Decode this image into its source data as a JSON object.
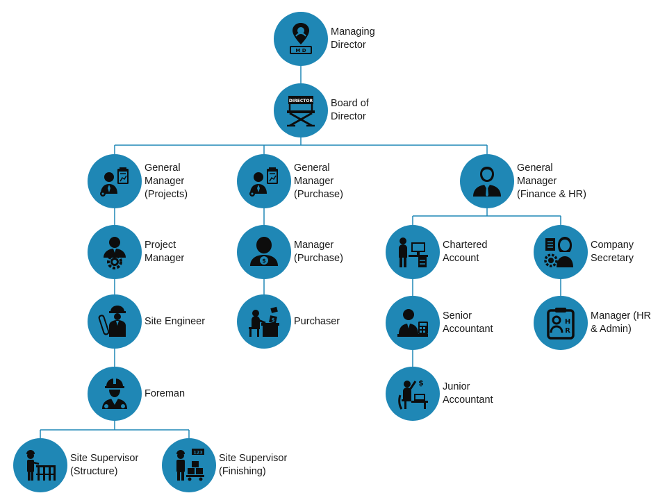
{
  "colors": {
    "node_fill": "#1f87b5",
    "icon_fill": "#0d0d0d",
    "connector": "#1f87b5"
  },
  "nodes": {
    "md": {
      "label": "Managing\nDirector",
      "icon": "md-badge-icon"
    },
    "bod": {
      "label": "Board of\nDirector",
      "icon": "director-chair-icon"
    },
    "gm_projects": {
      "label": "General\nManager\n(Projects)",
      "icon": "manager-clipboard-icon"
    },
    "gm_purchase": {
      "label": "General\nManager\n(Purchase)",
      "icon": "manager-clipboard-icon"
    },
    "gm_finance": {
      "label": "General\nManager\n(Finance & HR)",
      "icon": "businessman-icon"
    },
    "project_manager": {
      "label": "Project\nManager",
      "icon": "manager-gear-icon"
    },
    "site_engineer": {
      "label": "Site Engineer",
      "icon": "engineer-blueprint-icon"
    },
    "foreman": {
      "label": "Foreman",
      "icon": "hardhat-worker-icon"
    },
    "supervisor_structure": {
      "label": "Site Supervisor\n(Structure)",
      "icon": "supervisor-scaffold-icon"
    },
    "supervisor_finishing": {
      "label": "Site Supervisor\n(Finishing)",
      "icon": "supervisor-boxes-icon"
    },
    "manager_purchase": {
      "label": "Manager\n(Purchase)",
      "icon": "manager-money-icon"
    },
    "purchaser": {
      "label": "Purchaser",
      "icon": "purchaser-desk-icon"
    },
    "chartered_account": {
      "label": "Chartered\nAccount",
      "icon": "accountant-office-icon"
    },
    "company_secretary": {
      "label": "Company\nSecretary",
      "icon": "secretary-documents-icon"
    },
    "senior_accountant": {
      "label": "Senior\nAccountant",
      "icon": "accountant-calculator-icon"
    },
    "junior_accountant": {
      "label": "Junior\nAccountant",
      "icon": "junior-accountant-icon"
    },
    "manager_hr": {
      "label": "Manager (HR\n& Admin)",
      "icon": "hr-clipboard-icon"
    }
  }
}
